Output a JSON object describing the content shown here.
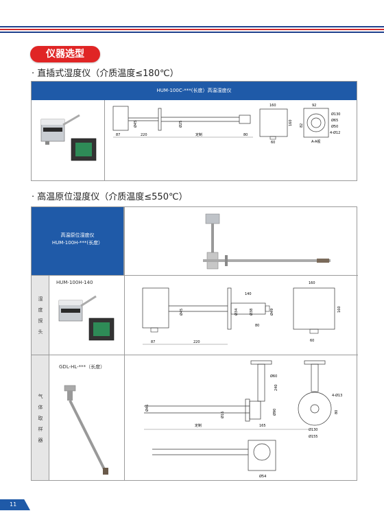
{
  "section_title": "仪器选型",
  "heading1": "· 直插式湿度仪（介质温度≤180℃）",
  "heading2": "· 高温原位湿度仪（介质温度≤550℃）",
  "table1": {
    "title": "HUM-100C-***(长度）高温湿度仪",
    "drawing": {
      "dims": {
        "d87": "87",
        "d220": "220",
        "custom": "定制",
        "d80": "80",
        "d45": "Ø45",
        "d25": "Ø25",
        "d160": "160",
        "d160v": "160",
        "d60": "60",
        "d92": "92",
        "d130": "Ø130",
        "d65": "Ø65",
        "d50": "Ø50",
        "d12": "4-Ø12",
        "d82": "82",
        "aa": "A-A视"
      }
    }
  },
  "table2": {
    "blue_line1": "高温原位湿度仪",
    "blue_line2": "HUM-100H-***(长度）",
    "row1_label": [
      "湿",
      "度",
      "探",
      "头"
    ],
    "row1_model": "HUM-100H-140",
    "row2_label": [
      "气",
      "体",
      "取",
      "样",
      "器"
    ],
    "row2_model": "GDL-HL-***（长度）",
    "probe_dims": {
      "d45": "Ø45",
      "d140": "140",
      "d34": "Ø34",
      "d38": "Ø38",
      "d49": "Ø49",
      "d80": "80",
      "d87": "87",
      "d220": "220",
      "d160": "160",
      "d160v": "160",
      "d60": "60"
    },
    "sampler_dims": {
      "d60": "Ø60",
      "d240": "240",
      "d46": "Ø46",
      "d90": "Ø90",
      "d16": "Ø16",
      "d165": "165",
      "custom": "定制",
      "d4_13": "4-Ø13",
      "d80": "80",
      "d130": "Ø130",
      "d155": "Ø155",
      "d54": "Ø54"
    }
  },
  "page_number": "11",
  "colors": {
    "accent_blue": "#1f5aa8",
    "accent_red": "#e02525"
  }
}
